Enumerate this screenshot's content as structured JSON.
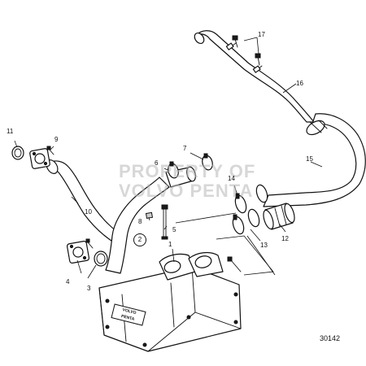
{
  "diagram": {
    "drawing_number": "30142",
    "watermark": {
      "line1": "PROPERTY OF",
      "line2": "VOLVO PENTA"
    },
    "plate_text": {
      "line1": "VOLVO",
      "line2": "PENTA"
    },
    "callouts": [
      {
        "id": "1",
        "label": "1"
      },
      {
        "id": "2",
        "label": "2"
      },
      {
        "id": "3",
        "label": "3"
      },
      {
        "id": "4",
        "label": "4"
      },
      {
        "id": "5",
        "label": "5"
      },
      {
        "id": "6",
        "label": "6"
      },
      {
        "id": "7",
        "label": "7"
      },
      {
        "id": "8",
        "label": "8"
      },
      {
        "id": "9",
        "label": "9"
      },
      {
        "id": "10",
        "label": "10"
      },
      {
        "id": "11",
        "label": "11"
      },
      {
        "id": "12",
        "label": "12"
      },
      {
        "id": "13",
        "label": "13"
      },
      {
        "id": "14",
        "label": "14"
      },
      {
        "id": "15",
        "label": "15"
      },
      {
        "id": "16",
        "label": "16"
      },
      {
        "id": "17",
        "label": "17"
      }
    ]
  }
}
